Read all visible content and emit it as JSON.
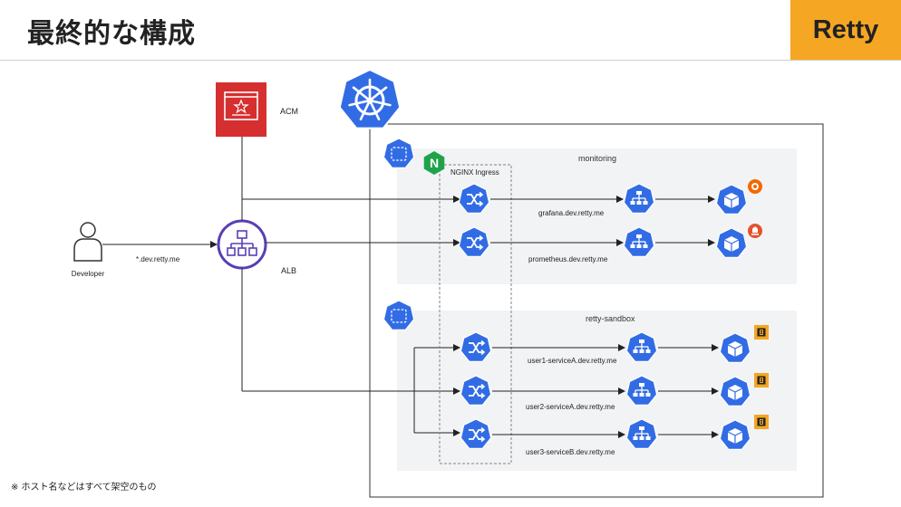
{
  "header": {
    "title": "最終的な構成",
    "brand": "Retty"
  },
  "footnote": "※ ホスト名などはすべて架空のもの",
  "nodes": {
    "developer": "Developer",
    "acm": "ACM",
    "alb": "ALB",
    "wildcard_domain": "*.dev.retty.me",
    "nginx_ingress": "NGINX Ingress",
    "nginx_letter": "N"
  },
  "namespaces": {
    "monitoring": {
      "name": "monitoring",
      "hosts": [
        "grafana.dev.retty.me",
        "prometheus.dev.retty.me"
      ]
    },
    "sandbox": {
      "name": "retty-sandbox",
      "hosts": [
        "user1-serviceA.dev.retty.me",
        "user2-serviceA.dev.retty.me",
        "user3-serviceB.dev.retty.me"
      ]
    }
  },
  "colors": {
    "k8s_blue": "#326CE5",
    "brand_orange": "#F5A623",
    "acm_red": "#D62F2F",
    "alb_purple": "#5A3FB5",
    "namespace_bg": "#F2F3F5"
  }
}
